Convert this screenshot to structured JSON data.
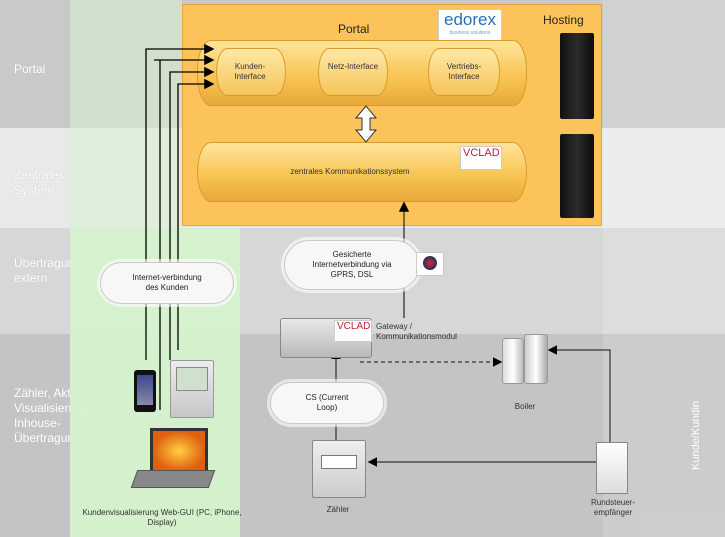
{
  "bands": {
    "portal": "Portal",
    "zentrales_system": "Zentrales System",
    "uebertragung": "Übertragung extern",
    "zaehler": "Zähler, Akteure, Visualisierung, Inhouse-Übertragung",
    "right_vertical": "Kunde/Kundin"
  },
  "portal": {
    "title": "Portal",
    "hosting": "Hosting",
    "edorex_logo": "edorex",
    "edorex_tagline": "business solutions",
    "modules": [
      "Kunden-Interface",
      "Netz-Interface",
      "Vertriebs-Interface"
    ]
  },
  "central": {
    "label": "zentrales Kommunikationssystem",
    "vclad_logo": "VCLAD"
  },
  "clouds": {
    "gesicherte": "Gesicherte Internetverbindung via GPRS, DSL",
    "internet": "Internet-verbindung des Kunden",
    "cs": "CS (Current Loop)"
  },
  "devices": {
    "gateway": "Gateway / Kommunikationsmodul",
    "gateway_logo": "VCLAD",
    "boiler": "Boiler",
    "zaehler": "Zähler",
    "rundsteuer": "Rundsteuer-empfänger",
    "kundenvis": "Kundenvisualisierung Web-GUI (PC, iPhone, Display)"
  },
  "colors": {
    "band_dark": "#c8c8c8",
    "band_light": "#e8e8e8",
    "orange": "#fbc35a",
    "green": "#d6f2cd"
  }
}
